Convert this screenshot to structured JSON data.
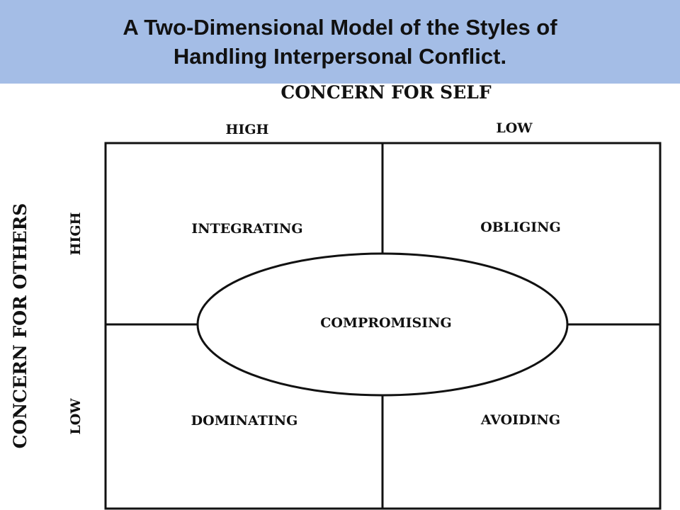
{
  "title": {
    "line1": "A Two-Dimensional Model of the Styles of",
    "line2": "Handling Interpersonal Conflict."
  },
  "diagram": {
    "top_axis_label": "CONCERN FOR SELF",
    "top_high": "HIGH",
    "top_low": "LOW",
    "side_axis_label": "CONCERN FOR OTHERS",
    "side_high": "HIGH",
    "side_low": "LOW",
    "quadrants": {
      "integrating": "INTEGRATING",
      "obliging": "OBLIGING",
      "dominating": "DOMINATING",
      "avoiding": "AVOIDING"
    },
    "center": "COMPROMISING"
  },
  "colors": {
    "title_band": "#a4bde6",
    "line": "#111111"
  }
}
